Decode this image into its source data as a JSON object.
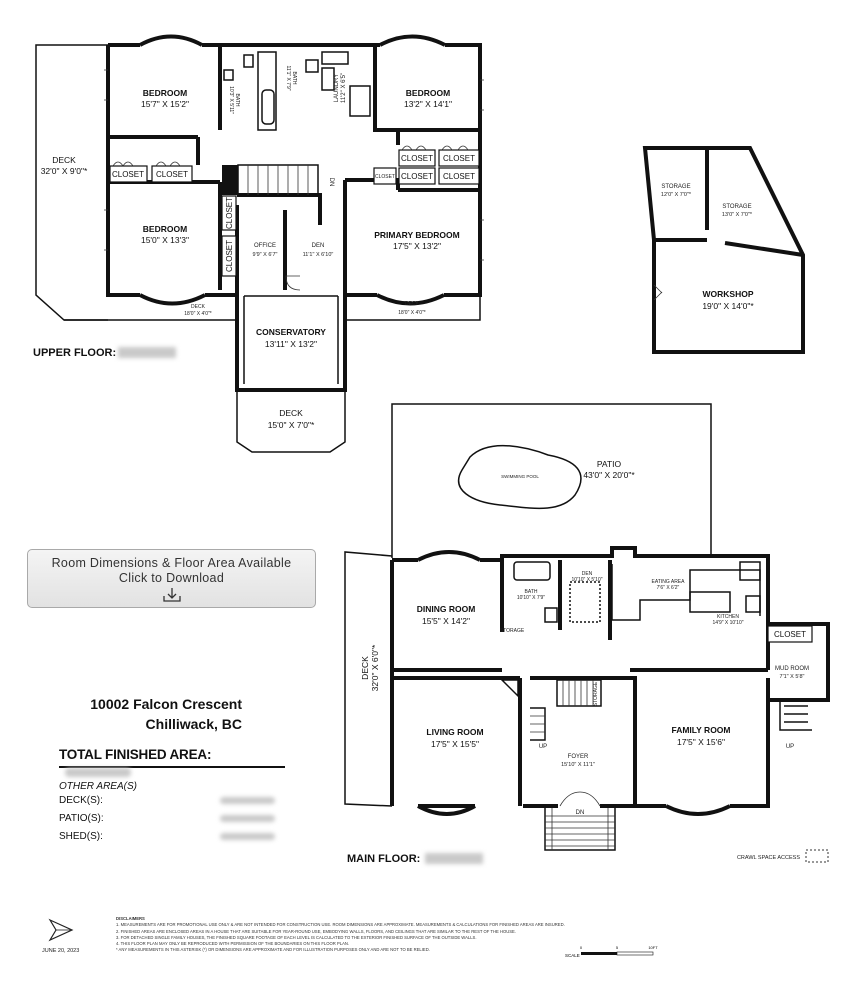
{
  "upper_floor": {
    "label": "UPPER FLOOR:",
    "rooms": [
      {
        "name": "BEDROOM",
        "dims": "15'7\" X 15'2\""
      },
      {
        "name": "BEDROOM",
        "dims": "13'2\" X 14'1\""
      },
      {
        "name": "BEDROOM",
        "dims": "15'0\" X 13'3\""
      },
      {
        "name": "PRIMARY BEDROOM",
        "dims": "17'5\" X 13'2\""
      },
      {
        "name": "OFFICE",
        "dims": "9'9\" X 6'7\""
      },
      {
        "name": "DEN",
        "dims": "11'1\" X 6'10\""
      },
      {
        "name": "CONSERVATORY",
        "dims": "13'11\" X 13'2\""
      },
      {
        "name": "BATH",
        "dims": "11'1\" X 7'9\""
      },
      {
        "name": "LAUNDRY",
        "dims": "11'2\" X 6'5\""
      },
      {
        "name": "BATH",
        "dims": "10'3\" X 5'11\""
      }
    ],
    "decks": [
      {
        "name": "DECK",
        "dims": "32'0\" X 9'0\"*"
      },
      {
        "name": "DECK",
        "dims": "18'0\" X 4'0\"*"
      },
      {
        "name": "DECK",
        "dims": "18'0\" X 4'0\"*"
      },
      {
        "name": "DECK",
        "dims": "15'0\" X 7'0\"*"
      }
    ],
    "closet": "CLOSET",
    "stair_dn": "DN"
  },
  "shed": {
    "rooms": [
      {
        "name": "STORAGE",
        "dims": "12'0\" X 7'0\"*"
      },
      {
        "name": "STORAGE",
        "dims": "13'0\" X 7'0\"*"
      },
      {
        "name": "WORKSHOP",
        "dims": "19'0\" X 14'0\"*"
      }
    ]
  },
  "main_floor": {
    "label": "MAIN FLOOR:",
    "patio": {
      "name": "PATIO",
      "dims": "43'0\" X 20'0\"*"
    },
    "pool": "SWIMMING POOL",
    "rooms": [
      {
        "name": "DINING ROOM",
        "dims": "15'5\" X 14'2\""
      },
      {
        "name": "LIVING ROOM",
        "dims": "17'5\" X 15'5\""
      },
      {
        "name": "FAMILY ROOM",
        "dims": "17'5\" X 15'6\""
      },
      {
        "name": "FOYER",
        "dims": "15'10\" X 11'1\""
      },
      {
        "name": "DEN",
        "dims": "10'10\" X 5'10\""
      },
      {
        "name": "BATH",
        "dims": "10'10\" X 7'9\""
      },
      {
        "name": "EATING AREA",
        "dims": "7'6\" X 6'2\""
      },
      {
        "name": "KITCHEN",
        "dims": "14'9\" X 10'10\""
      },
      {
        "name": "MUD ROOM",
        "dims": "7'1\" X 5'8\""
      }
    ],
    "deck": {
      "name": "DECK",
      "dims": "32'0\" X 6'0\"*"
    },
    "closet": "CLOSET",
    "storage": "STORAGE",
    "up": "UP",
    "dn": "DN",
    "crawl": "CRAWL SPACE ACCESS"
  },
  "download": {
    "line1": "Room Dimensions & Floor Area Available",
    "line2": "Click to Download"
  },
  "address": {
    "line1": "10002 Falcon Crescent",
    "line2": "Chilliwack, BC"
  },
  "areas": {
    "total_label": "TOTAL FINISHED AREA:",
    "other_label": "OTHER AREA(S)",
    "rows": [
      "DECK(S):",
      "PATIO(S):",
      "SHED(S):"
    ]
  },
  "footer": {
    "date": "JUNE 20, 2023",
    "disclaimer_title": "DISCLAIMERS",
    "disclaimer_lines": [
      "1. MEASUREMENTS ARE FOR PROMOTIONAL USE ONLY & ARE NOT INTENDED FOR CONSTRUCTION USE. ROOM DIMENSIONS ARE APPROXIMATE. MEASUREMENTS & CALCULATIONS FOR FINISHED AREAS ARE INSURED.",
      "2. FINISHED AREAS ARE ENCLOSED AREAS IN A HOUSE THAT ARE SUITABLE FOR YEAR-ROUND USE, EMBODYING WALLS, FLOORS, AND CEILINGS THAT ARE SIMILAR TO THE REST OF THE HOUSE.",
      "3. FOR DETACHED SINGLE FAMILY HOUSES, THE FINISHED SQUARE FOOTAGE OF EACH LEVEL IS CALCULATED TO THE EXTERIOR FINISHED SURFACE OF THE OUTSIDE WALLS.",
      "4. THIS FLOOR PLAN MAY ONLY BE REPRODUCED WITH PERMISSION OF THE BOUNDARIES ON THIS FLOOR PLAN.",
      "* ANY MEASUREMENTS IN THIS ASTERISK (*) OR DIMENSIONS ARE APPROXIMATE AND FOR ILLUSTRATION PURPOSES ONLY AND ARE NOT TO BE RELIED."
    ],
    "scale_label": "SCALE",
    "scale_ticks": [
      "0",
      "5",
      "10FT"
    ]
  },
  "colors": {
    "wall": "#111111",
    "blur": "#c9c9c9",
    "button_border": "#a9a9a9"
  }
}
